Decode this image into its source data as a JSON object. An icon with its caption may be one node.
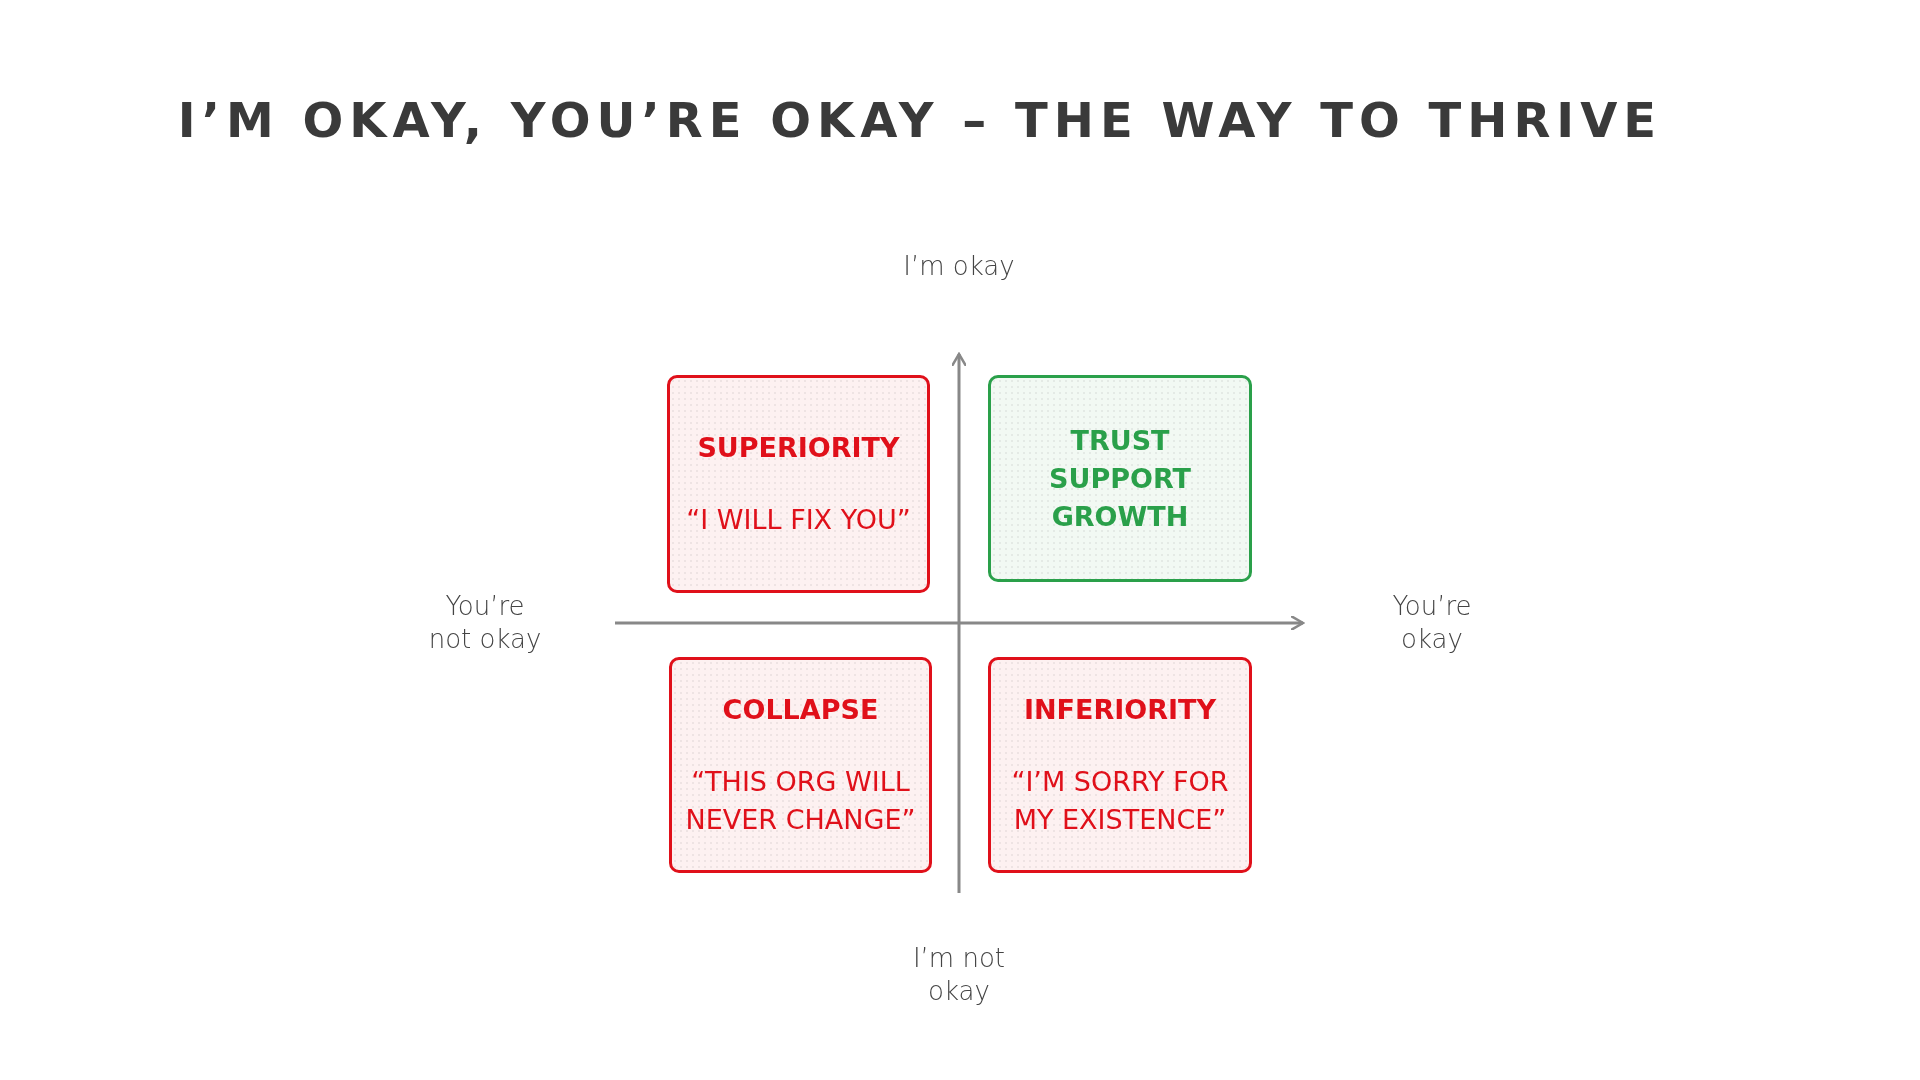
{
  "diagram": {
    "title": "I’M OKAY, YOU’RE OKAY – THE WAY TO THRIVE",
    "nodes": [
      {
        "text": [
          "SUPERIORITY",
          "“I WILL FIX YOU”"
        ]
      },
      {
        "text": [
          "TRUST SUPPORT GROWTH"
        ]
      },
      {
        "text": [
          "COLLAPSE",
          "“THIS ORG WILL NEVER CHANGE”"
        ]
      },
      {
        "text": [
          "INFERIORITY",
          "“I’M SORRY FOR MY EXISTENCE”"
        ]
      }
    ],
    "edges": [],
    "labels": [
      "I’m okay",
      "You’re not okay",
      "You’re okay",
      "I’m not okay"
    ]
  }
}
